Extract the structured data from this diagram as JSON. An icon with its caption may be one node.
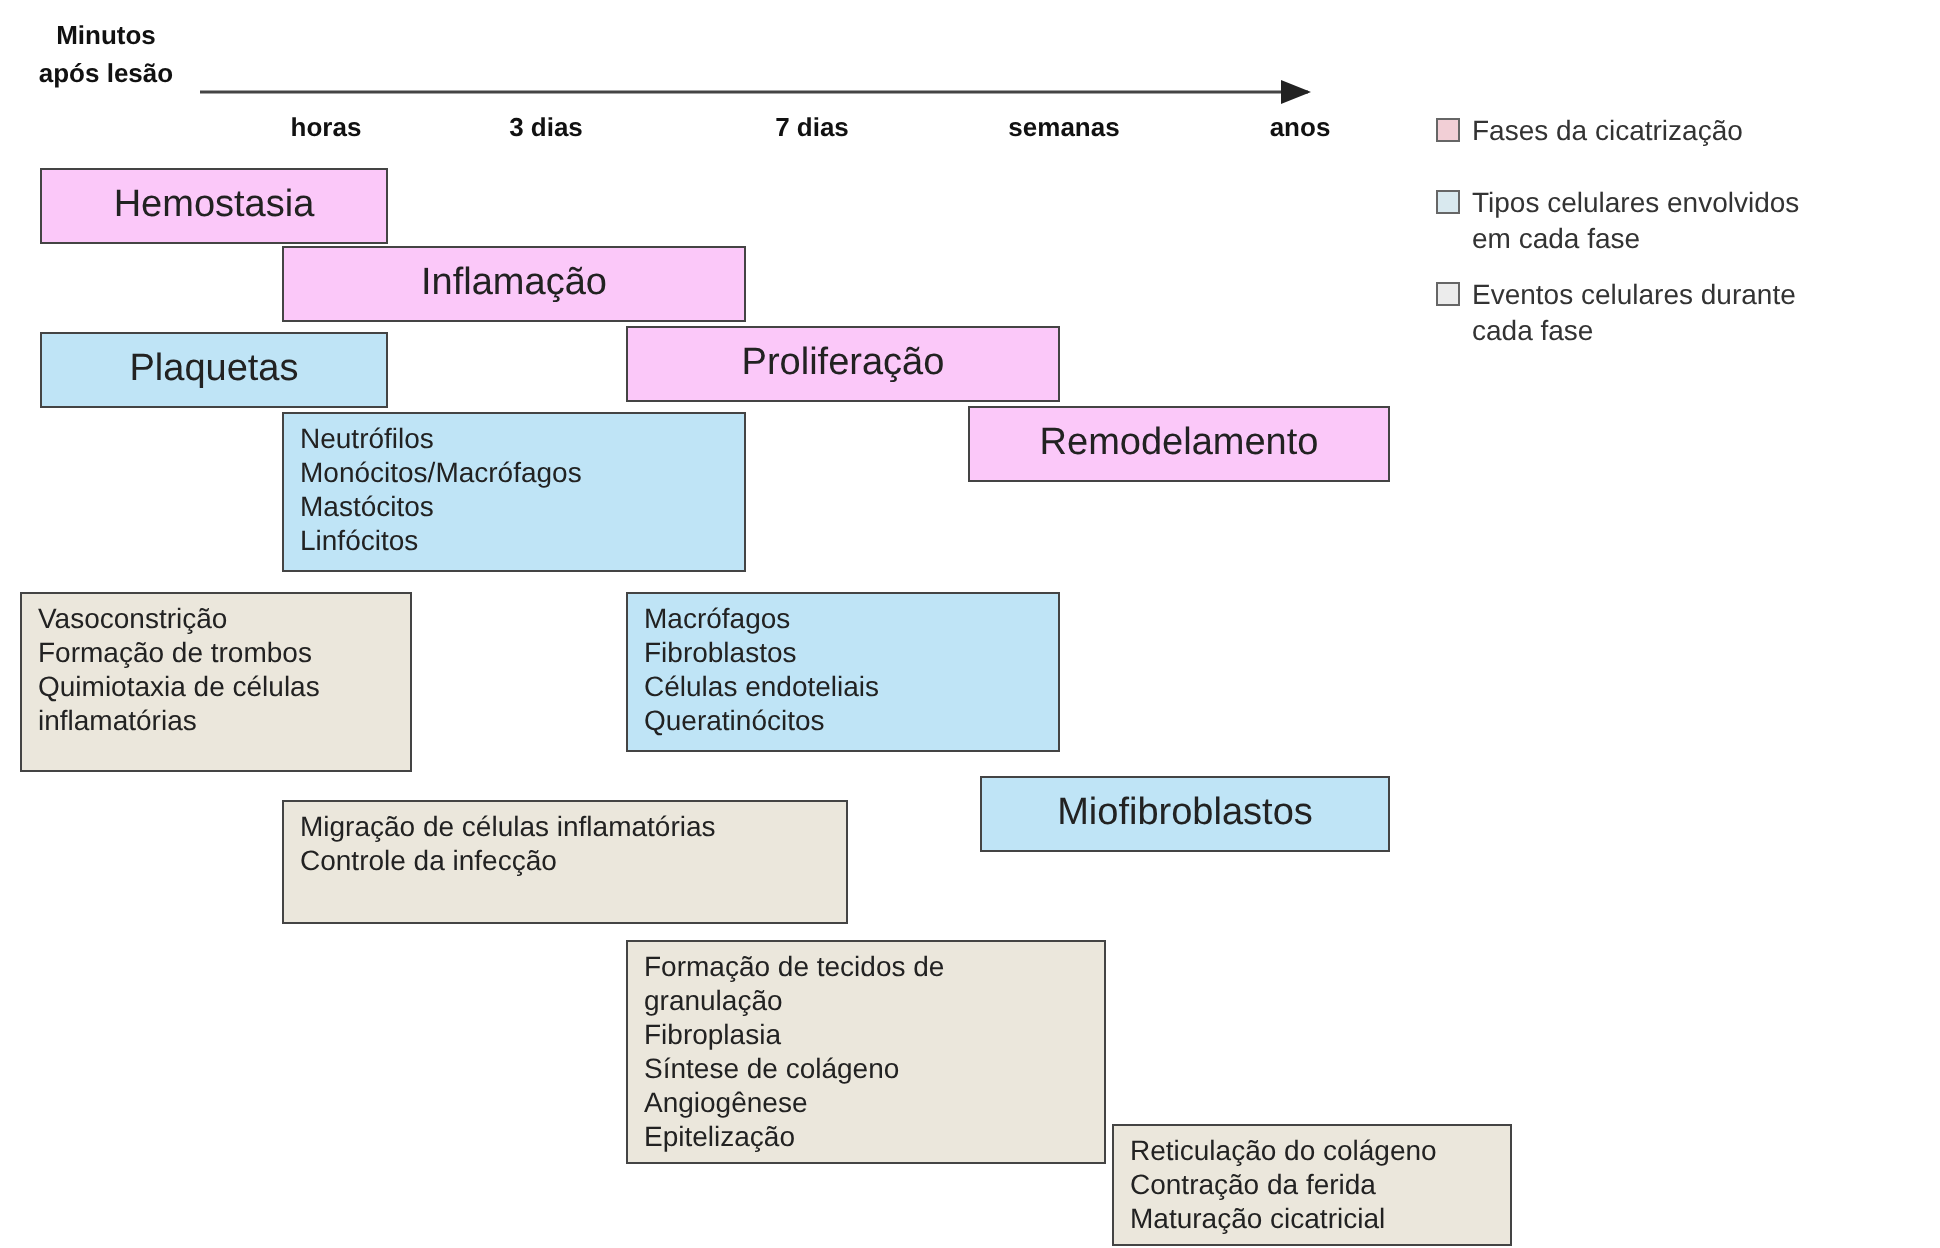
{
  "diagram": {
    "nodes": [
      {
        "text": [
          "Hemostasia"
        ]
      },
      {
        "text": [
          "Inflamação"
        ]
      },
      {
        "text": [
          "Proliferação"
        ]
      },
      {
        "text": [
          "Remodelamento"
        ]
      },
      {
        "text": [
          "Plaquetas"
        ]
      },
      {
        "text": [
          "Neutrófilos",
          "Monócitos/Macrófagos",
          "Mastócitos",
          "Linfócitos"
        ]
      },
      {
        "text": [
          "Macrófagos",
          "Fibroblastos",
          "Células endoteliais",
          "Queratinócitos"
        ]
      },
      {
        "text": [
          "Miofibroblastos"
        ]
      },
      {
        "text": [
          "Vasoconstrição",
          "Formação de trombos",
          "Quimiotaxia de células inflamatórias"
        ]
      },
      {
        "text": [
          "Migração de células inflamatórias",
          "Controle da infecção"
        ]
      },
      {
        "text": [
          "Formação de tecidos de granulação",
          "Fibroplasia",
          "Síntese de colágeno",
          "Angiogênese",
          "Epitelização"
        ]
      },
      {
        "text": [
          "Reticulação do colágeno",
          "Contração da ferida",
          "Maturação cicatricial"
        ]
      }
    ],
    "labels": [
      "Minutos após lesão",
      "horas",
      "3 dias",
      "7 dias",
      "semanas",
      "anos"
    ],
    "legend": [
      {
        "text": "Fases da cicatrização",
        "color": "#f2cfd6"
      },
      {
        "text": "Tipos celulares envolvidos em cada fase",
        "color": "#d9e9ef"
      },
      {
        "text": "Eventos celulares durante cada fase",
        "color": "#ececec"
      }
    ]
  }
}
